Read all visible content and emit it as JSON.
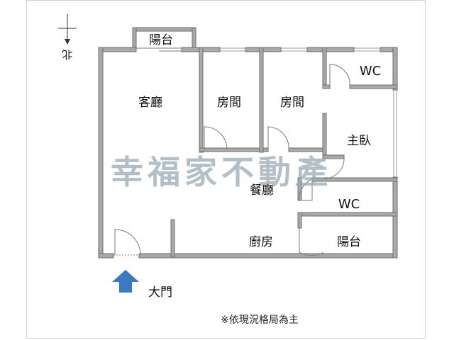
{
  "compass": {
    "label": "北"
  },
  "rooms": {
    "balcony_top": "陽台",
    "living_room": "客廳",
    "bedroom_1": "房間",
    "bedroom_2": "房間",
    "wc_top": "WC",
    "master_bedroom": "主臥",
    "dining_room": "餐廳",
    "wc_bottom": "WC",
    "kitchen": "廚房",
    "balcony_bottom": "陽台"
  },
  "entrance": {
    "label": "大門",
    "arrow_color": "#3d78c3"
  },
  "watermark": {
    "text": "幸福家不動產",
    "color": "#9aa9b4"
  },
  "note": {
    "text": "※依現況格局為主"
  },
  "colors": {
    "wall": "#a9a9a9",
    "wall_outline": "#6e6e6e"
  }
}
